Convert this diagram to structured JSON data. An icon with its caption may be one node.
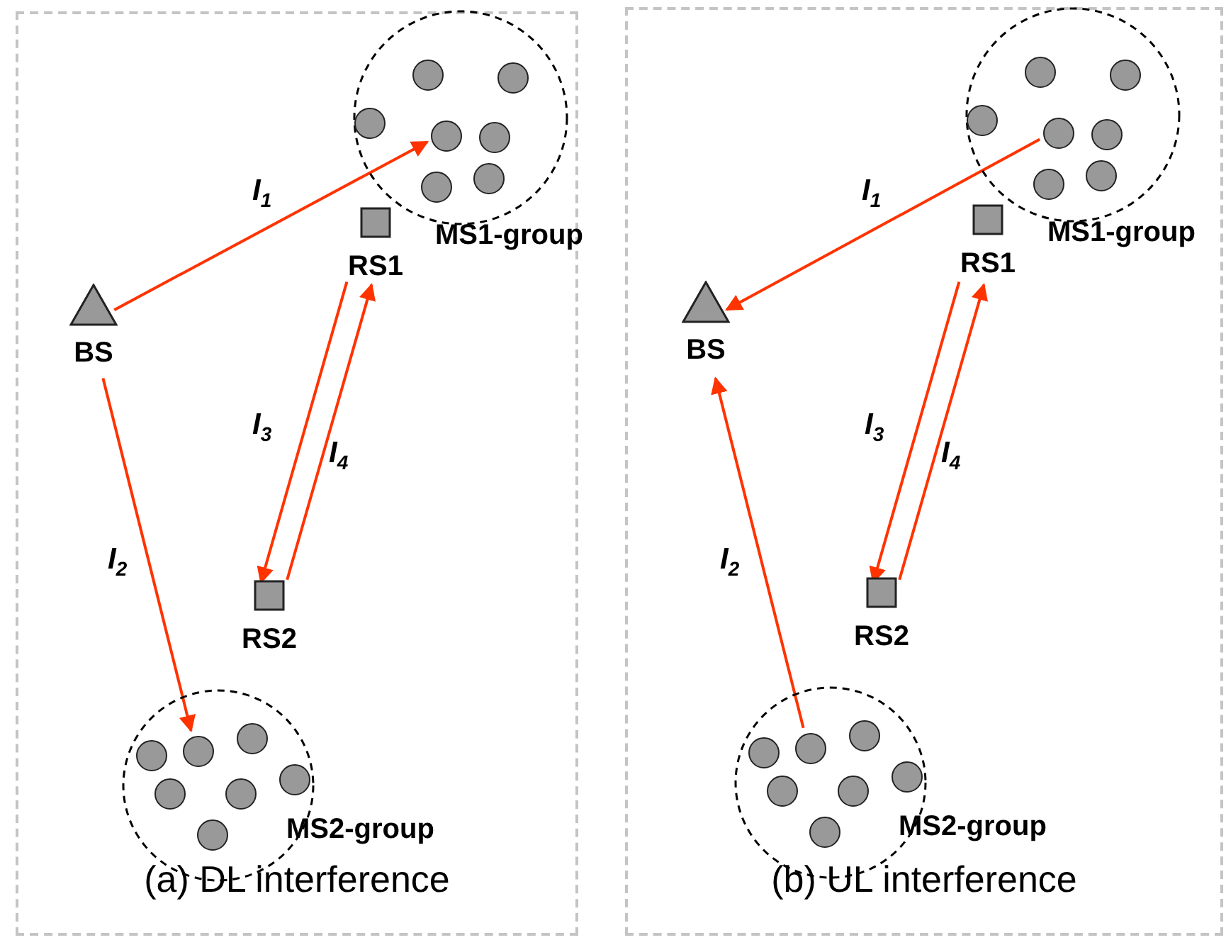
{
  "diagram": {
    "nodes": [
      {
        "text": [
          "(a) DL interference"
        ]
      },
      {
        "text": [
          "BS"
        ],
        "in": 0
      },
      {
        "text": [
          "MS1-group"
        ],
        "in": 0
      },
      {
        "text": [],
        "shape": "circle",
        "in": 2
      },
      {
        "text": [],
        "shape": "circle",
        "in": 2
      },
      {
        "text": [],
        "shape": "circle",
        "in": 2
      },
      {
        "text": [],
        "shape": "circle",
        "in": 2
      },
      {
        "text": [],
        "shape": "circle",
        "in": 2
      },
      {
        "text": [],
        "shape": "circle",
        "in": 2
      },
      {
        "text": [],
        "shape": "circle",
        "in": 2
      },
      {
        "text": [
          "RS1"
        ],
        "in": 0
      },
      {
        "text": [
          "RS2"
        ],
        "in": 0
      },
      {
        "text": [
          "MS2-group"
        ],
        "in": 0
      },
      {
        "text": [],
        "shape": "circle",
        "in": 12
      },
      {
        "text": [],
        "shape": "circle",
        "in": 12
      },
      {
        "text": [],
        "shape": "circle",
        "in": 12
      },
      {
        "text": [],
        "shape": "circle",
        "in": 12
      },
      {
        "text": [],
        "shape": "circle",
        "in": 12
      },
      {
        "text": [],
        "shape": "circle",
        "in": 12
      },
      {
        "text": [],
        "shape": "circle",
        "in": 12
      },
      {
        "text": [
          "(b) UL interference"
        ]
      },
      {
        "text": [
          "BS"
        ],
        "in": 20
      },
      {
        "text": [
          "MS1-group"
        ],
        "in": 20
      },
      {
        "text": [],
        "shape": "circle",
        "in": 22
      },
      {
        "text": [],
        "shape": "circle",
        "in": 22
      },
      {
        "text": [],
        "shape": "circle",
        "in": 22
      },
      {
        "text": [],
        "shape": "circle",
        "in": 22
      },
      {
        "text": [],
        "shape": "circle",
        "in": 22
      },
      {
        "text": [],
        "shape": "circle",
        "in": 22
      },
      {
        "text": [],
        "shape": "circle",
        "in": 22
      },
      {
        "text": [
          "RS1"
        ],
        "in": 20
      },
      {
        "text": [
          "RS2"
        ],
        "in": 20
      },
      {
        "text": [
          "MS2-group"
        ],
        "in": 20
      },
      {
        "text": [],
        "shape": "circle",
        "in": 32
      },
      {
        "text": [],
        "shape": "circle",
        "in": 32
      },
      {
        "text": [],
        "shape": "circle",
        "in": 32
      },
      {
        "text": [],
        "shape": "circle",
        "in": 32
      },
      {
        "text": [],
        "shape": "circle",
        "in": 32
      },
      {
        "text": [],
        "shape": "circle",
        "in": 32
      },
      {
        "text": [],
        "shape": "circle",
        "in": 32
      }
    ],
    "edges": [
      {
        "from": 1,
        "to": 6,
        "arrow": "to",
        "label": "I$_{1}$"
      },
      {
        "from": 1,
        "to": 14,
        "arrow": "to",
        "label": "I$_{2}$"
      },
      {
        "from": 10,
        "to": 11,
        "arrow": "to",
        "label": "I$_{3}$"
      },
      {
        "from": 11,
        "to": 10,
        "arrow": "to",
        "label": "I$_{4}$"
      },
      {
        "from": 26,
        "to": 21,
        "arrow": "to",
        "label": "I$_{1}$"
      },
      {
        "from": 34,
        "to": 21,
        "arrow": "to",
        "label": "I$_{2}$"
      },
      {
        "from": 30,
        "to": 31,
        "arrow": "to",
        "label": "I$_{3}$"
      },
      {
        "from": 31,
        "to": 30,
        "arrow": "to",
        "label": "I$_{4}$"
      }
    ]
  }
}
